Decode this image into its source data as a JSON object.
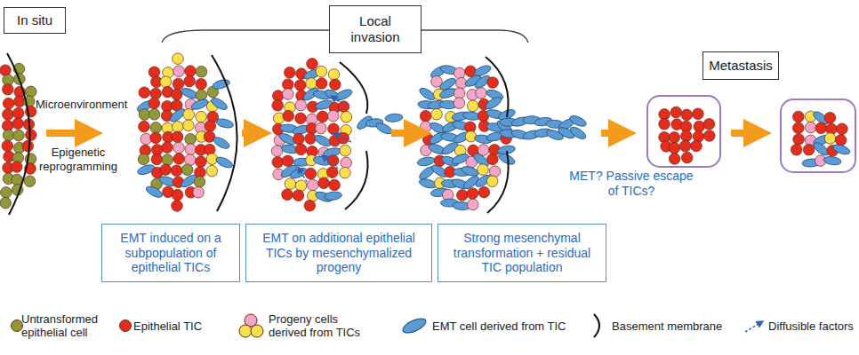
{
  "diagram": {
    "nodes": [
      {
        "text": [
          "In situ"
        ]
      },
      {
        "text": [
          "Local invasion"
        ]
      },
      {
        "text": [
          "EMT induced on a subpopulation of epithelial TICs"
        ]
      },
      {
        "text": [
          "EMT on additional epithelial TICs by mesenchymalized progeny"
        ]
      },
      {
        "text": [
          "Strong mesenchymal transformation + residual TIC population"
        ]
      },
      {
        "text": [
          "Metastasis"
        ]
      }
    ],
    "labels": [
      "Microenvironment",
      "Epigenetic reprogramming",
      "MET? Passive escape of TICs?"
    ],
    "legend": [
      {
        "text": "Untransformed epithelial cell",
        "color": "#8e9a3a"
      },
      {
        "text": "Epithelial TIC",
        "color": "#e52d1e"
      },
      {
        "text": "Progeny cells derived from TICs"
      },
      {
        "text": "EMT cell derived from TIC"
      },
      {
        "text": "Basement membrane"
      },
      {
        "text": "Diffusible factors"
      }
    ]
  }
}
